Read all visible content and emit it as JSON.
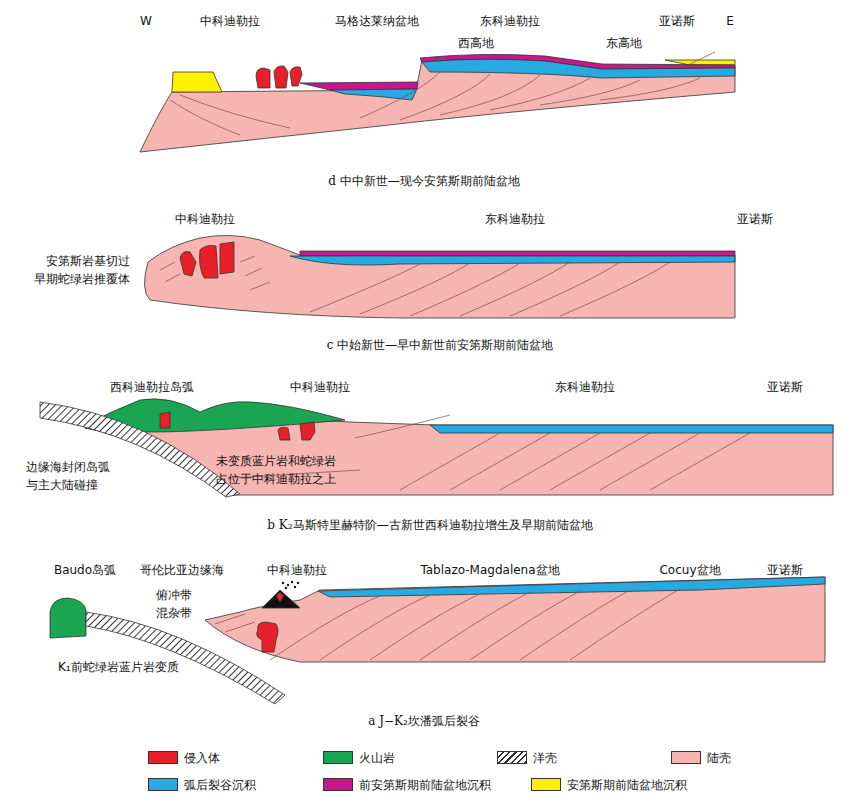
{
  "diagram": {
    "labels": [
      "W",
      "中科迪勒拉",
      "马格达莱纳盆地",
      "东科迪勒拉",
      "亚诺斯",
      "E",
      "西高地",
      "东高地",
      "d 中中新世—现今安第斯期前陆盆地",
      "中科迪勒拉",
      "东科迪勒拉",
      "亚诺斯",
      "安第斯岩基切过 早期蛇绿岩推覆体",
      "c 中始新世—早中新世前安第斯期前陆盆地",
      "西科迪勒拉岛弧",
      "中科迪勒拉",
      "东科迪勒拉",
      "亚诺斯",
      "边缘海封闭岛弧 与主大陆碰撞",
      "未变质蓝片岩和蛇绿岩 占位于中科迪勒拉之上",
      "b K₂马斯特里赫特阶—古新世西科迪勒拉增生及早期前陆盆地",
      "Baudo岛弧",
      "哥伦比亚边缘海",
      "中科迪勒拉",
      "Tablazo-Magdalena盆地",
      "Cocuy盆地",
      "亚诺斯",
      "俯冲带 混杂带",
      "K₁前蛇绿岩蓝片岩变质",
      "a J−K₂坎潘弧后裂谷"
    ],
    "legend": [
      {
        "text": "侵入体",
        "color": "#e8202a"
      },
      {
        "text": "火山岩",
        "color": "#19a551"
      },
      {
        "text": "洋壳"
      },
      {
        "text": "陆壳",
        "color": "#f6b5b0"
      },
      {
        "text": "弧后裂谷沉积",
        "color": "#27aae1"
      },
      {
        "text": "前安第斯期前陆盆地沉积",
        "color": "#c8168c"
      },
      {
        "text": "安第斯期前陆盆地沉积",
        "color": "#fff200"
      }
    ]
  }
}
